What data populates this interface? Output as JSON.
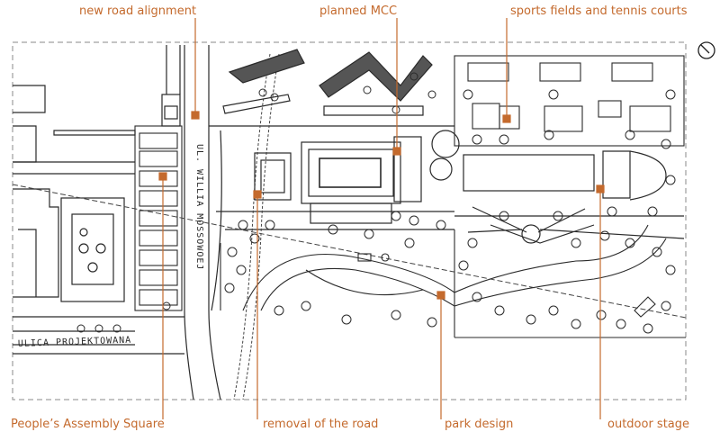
{
  "accent_color": "#c46a2d",
  "line_color": "#2a2a2a",
  "callouts": {
    "top": [
      {
        "id": "new-road-alignment",
        "label": "new road alignment"
      },
      {
        "id": "planned-mcc",
        "label": "planned MCC"
      },
      {
        "id": "sports-fields",
        "label": "sports fields and tennis courts"
      }
    ],
    "bottom": [
      {
        "id": "peoples-assembly-square",
        "label": "People’s Assembly Square"
      },
      {
        "id": "removal-of-road",
        "label": "removal of the road"
      },
      {
        "id": "park-design",
        "label": "park design"
      },
      {
        "id": "outdoor-stage",
        "label": "outdoor stage"
      }
    ]
  },
  "map_labels": {
    "street_vertical": "UL. WILLIA MOSSOWOEJ",
    "street_horizontal": "ULICA PROJEKTOWANA"
  },
  "icons": {
    "north": "north-arrow-icon"
  }
}
